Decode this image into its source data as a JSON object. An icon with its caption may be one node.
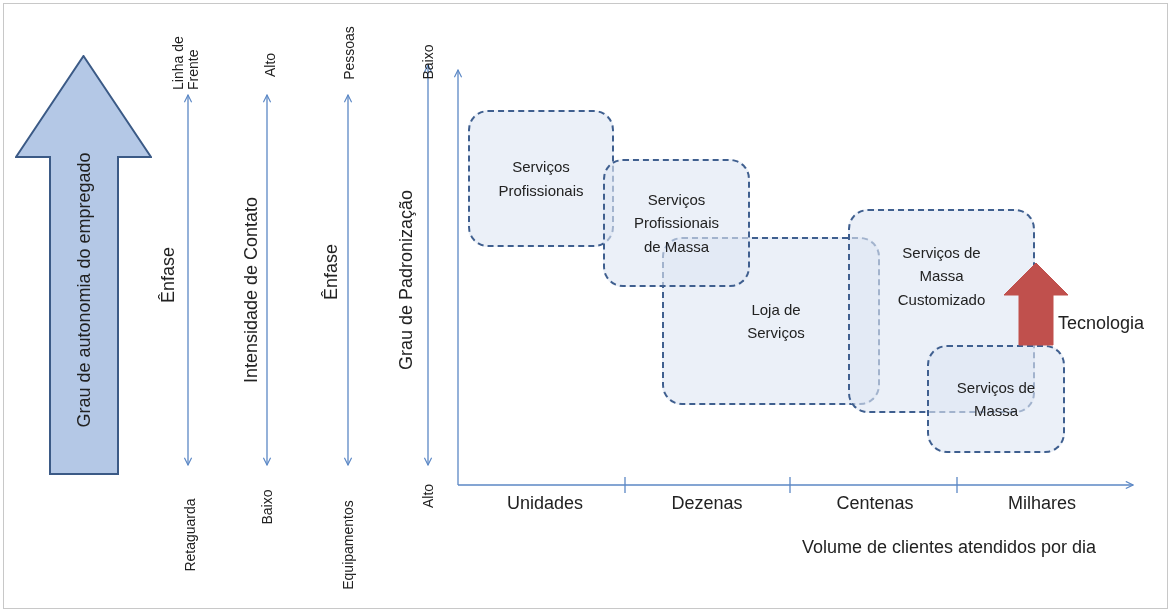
{
  "diagram": {
    "nodes": [
      {
        "text": [
          "Grau de autonomia do empregado"
        ]
      },
      {
        "text": [
          "Serviços Profissionais"
        ]
      },
      {
        "text": [
          "Serviços Profissionais de Massa"
        ]
      },
      {
        "text": [
          "Loja de Serviços"
        ]
      },
      {
        "text": [
          "Serviços de Massa Customizado"
        ]
      },
      {
        "text": [
          "Serviços de Massa"
        ]
      }
    ],
    "edges": [
      {
        "from": 5,
        "to": 4,
        "arrow": "to",
        "label": "Tecnologia",
        "style": "thick",
        "color": "#c0504d"
      }
    ],
    "labels": [
      "Linha de Frente",
      "Alto",
      "Pessoas",
      "Baixo",
      "Ênfase",
      "Intensidade de Contato",
      "Ênfase",
      "Grau de Padronização",
      "Retaguarda",
      "Baixo",
      "Equipamentos",
      "Alto",
      "Unidades",
      "Dezenas",
      "Centenas",
      "Milhares",
      "Volume de clientes atendidos por dia"
    ]
  }
}
